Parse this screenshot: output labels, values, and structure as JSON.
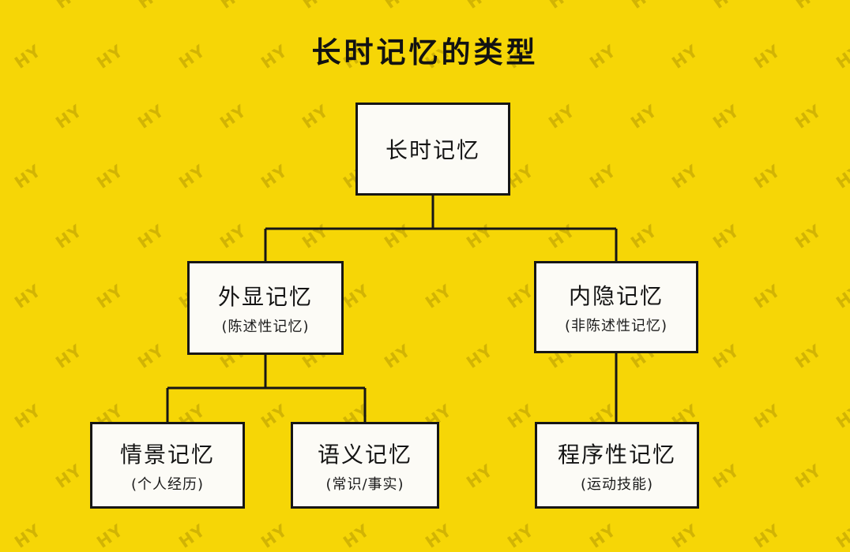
{
  "title": "长时记忆的类型",
  "watermark": {
    "text": "HY"
  },
  "colors": {
    "background": "#F6D606",
    "box_fill": "#FCFBF6",
    "box_border": "#161616",
    "connector": "#161616",
    "title_text": "#121212",
    "watermark_text": "#7D6600"
  },
  "tree": {
    "root": {
      "label": "长时记忆"
    },
    "children": [
      {
        "label": "外显记忆",
        "sublabel": "(陈述性记忆)"
      },
      {
        "label": "内隐记忆",
        "sublabel": "(非陈述性记忆)"
      }
    ],
    "grandchildren": [
      {
        "label": "情景记忆",
        "sublabel": "(个人经历)"
      },
      {
        "label": "语义记忆",
        "sublabel": "(常识/事实)"
      },
      {
        "label": "程序性记忆",
        "sublabel": "(运动技能)"
      }
    ]
  }
}
